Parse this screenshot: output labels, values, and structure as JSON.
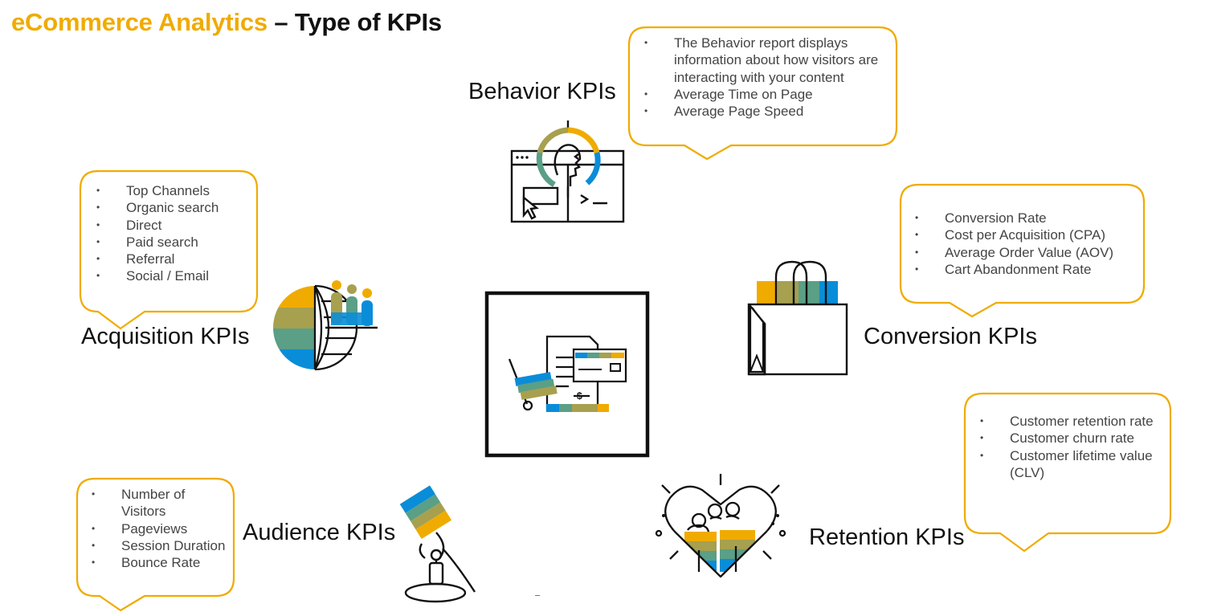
{
  "title": {
    "highlight": "eCommerce Analytics",
    "rest": " –  Type of KPIs"
  },
  "colors": {
    "accent": "#f0ab00",
    "olive": "#a7a04f",
    "teal": "#5a9f86",
    "blue": "#0a8dd8",
    "bubble_border": "#f0ab00"
  },
  "kpis": {
    "behavior": {
      "label": "Behavior KPIs",
      "icon": "person-on-screen-target-icon",
      "items": [
        "The Behavior report displays information about how visitors are interacting with your content",
        "Average Time on Page",
        "Average Page Speed"
      ]
    },
    "acquisition": {
      "label": "Acquisition KPIs",
      "icon": "globe-with-people-icon",
      "items": [
        "Top Channels",
        "Organic search",
        "Direct",
        "Paid search",
        "Referral",
        "Social / Email"
      ]
    },
    "conversion": {
      "label": "Conversion KPIs",
      "icon": "shopping-bag-icon",
      "items": [
        "Conversion Rate",
        "Cost per Acquisition (CPA)",
        "Average Order Value (AOV)",
        "Cart Abandonment Rate"
      ]
    },
    "retention": {
      "label": "Retention KPIs",
      "icon": "heart-with-people-icon",
      "items": [
        "Customer retention rate",
        "Customer churn rate",
        "Customer lifetime value (CLV)"
      ]
    },
    "audience": {
      "label": "Audience KPIs",
      "icon": "microphone-icon",
      "items": [
        "Number of Visitors",
        "Pageviews",
        "Session Duration",
        "Bounce Rate"
      ]
    }
  },
  "center": {
    "icon": "cart-invoice-credit-card-icon"
  }
}
